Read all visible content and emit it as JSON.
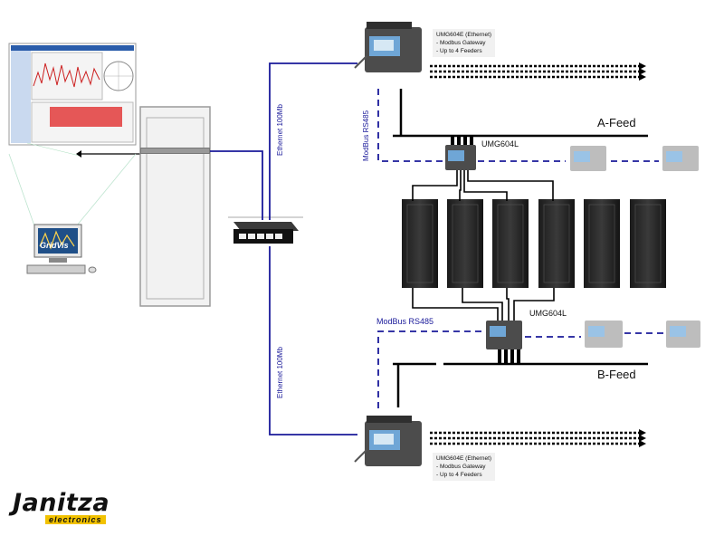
{
  "labels": {
    "a_feed": "A-Feed",
    "b_feed": "B-Feed",
    "umg_top_l": "UMG604L",
    "umg_bottom_l": "UMG604L",
    "modbus_left": "ModBus RS485",
    "modbus_bottom": "ModBus RS485",
    "ethernet_top": "Ethernet 100Mb",
    "ethernet_bottom": "Ethernet 100Mb",
    "gridvis": "GridVis"
  },
  "gateway_top": {
    "title": "UMG604E (Ethernet)",
    "line1": "- Modbus Gateway",
    "line2": "- Up to 4 Feeders"
  },
  "gateway_bottom": {
    "title": "UMG604E (Ethernet)",
    "line1": "- Modbus Gateway",
    "line2": "- Up to 4 Feeders"
  },
  "logo": {
    "brand": "Janitza",
    "sub": "electronics"
  },
  "colors": {
    "ethernet_line": "#1a1a9a",
    "feed_line": "#000000",
    "logo_bar": "#f2c200"
  }
}
